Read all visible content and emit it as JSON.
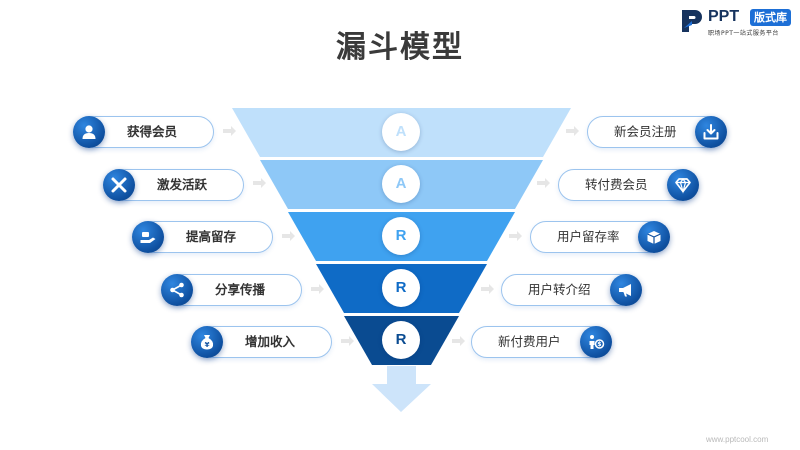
{
  "title": "漏斗模型",
  "logo": {
    "ppt": "PPT",
    "badge": "版式库",
    "subtitle": "职场PPT一站式服务平台"
  },
  "watermark": "www.pptcool.com",
  "colors": {
    "accent": "#0e4f9f",
    "level1": "#bfe0fb",
    "level2": "#8ec8f7",
    "level3": "#3fa2f0",
    "level4": "#0f6bc6",
    "level5": "#0a4b91"
  },
  "funnel_levels": [
    {
      "letter": "A"
    },
    {
      "letter": "A"
    },
    {
      "letter": "R"
    },
    {
      "letter": "R"
    },
    {
      "letter": "R"
    }
  ],
  "left_items": [
    {
      "label": "获得会员",
      "icon": "user-icon"
    },
    {
      "label": "激发活跃",
      "icon": "cross-tools-icon"
    },
    {
      "label": "提高留存",
      "icon": "hand-hold-icon"
    },
    {
      "label": "分享传播",
      "icon": "share-icon"
    },
    {
      "label": "增加收入",
      "icon": "money-bag-icon"
    }
  ],
  "right_items": [
    {
      "label": "新会员注册",
      "icon": "download-box-icon"
    },
    {
      "label": "转付费会员",
      "icon": "diamond-icon"
    },
    {
      "label": "用户留存率",
      "icon": "package-icon"
    },
    {
      "label": "用户转介绍",
      "icon": "megaphone-icon"
    },
    {
      "label": "新付费用户",
      "icon": "person-coin-icon"
    }
  ]
}
